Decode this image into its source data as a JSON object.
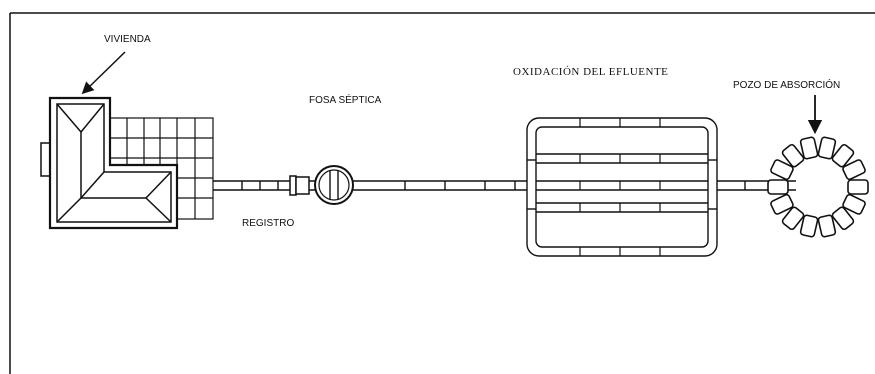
{
  "labels": {
    "vivienda": "VIVIENDA",
    "fosa_septica": "FOSA SÉPTICA",
    "registro": "REGISTRO",
    "oxidacion": "OXIDACIÓN DEL EFLUENTE",
    "pozo": "POZO DE ABSORCIÓN"
  },
  "colors": {
    "line": "#111111",
    "background": "#ffffff"
  }
}
